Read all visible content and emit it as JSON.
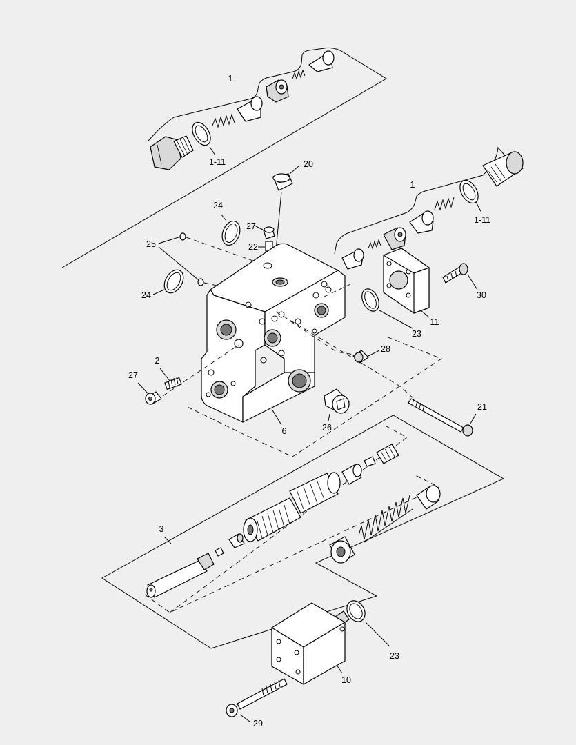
{
  "labels": {
    "l1_top": "1",
    "l1_right": "1",
    "l1_11_top": "1-11",
    "l1_11_right": "1-11",
    "l2": "2",
    "l3": "3",
    "l6": "6",
    "l10": "10",
    "l11": "11",
    "l20": "20",
    "l21": "21",
    "l22": "22",
    "l23_mid": "23",
    "l23_bot": "23",
    "l24_top": "24",
    "l24_left": "24",
    "l25": "25",
    "l26": "26",
    "l27_top": "27",
    "l27_left": "27",
    "l28": "28",
    "l29": "29",
    "l30": "30"
  },
  "colors": {
    "background": "#efefef",
    "line": "#000000",
    "part_fill": "#ffffff"
  }
}
